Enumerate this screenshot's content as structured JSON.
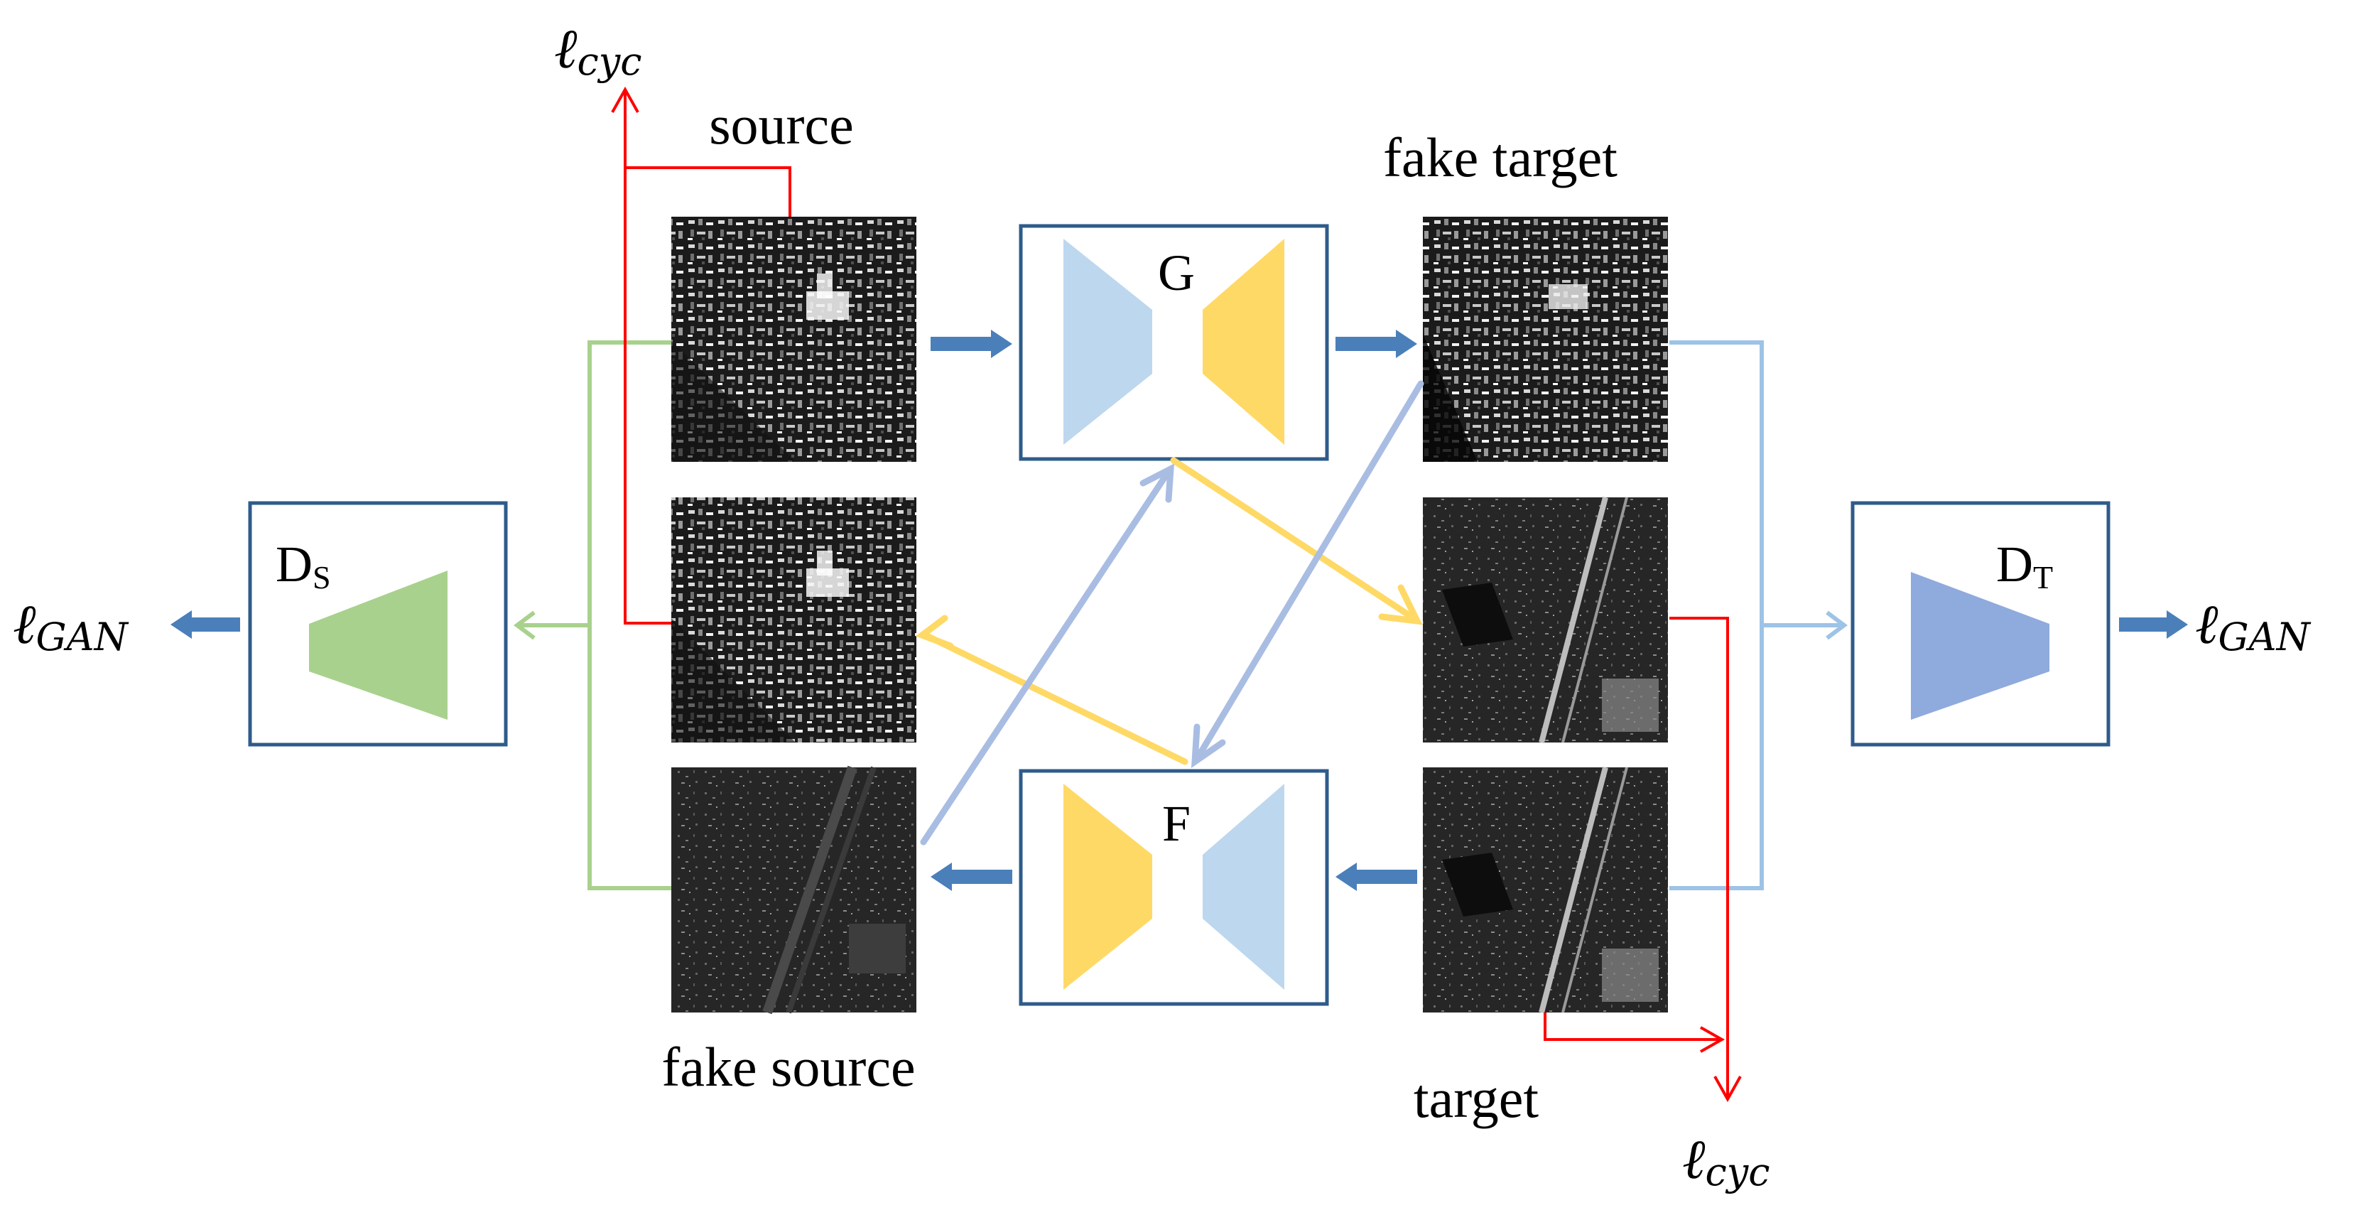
{
  "labels": {
    "source": "source",
    "fake_target": "fake target",
    "fake_source": "fake source",
    "target": "target",
    "G": "G",
    "F": "F",
    "D_S_main": "D",
    "D_S_sub": "S",
    "D_T_main": "D",
    "D_T_sub": "T"
  },
  "losses": {
    "cyc_main": "ℓ",
    "cyc_sub": "cyc",
    "gan_main": "ℓ",
    "gan_sub": "GAN"
  },
  "colors": {
    "box_border": "#2e5b8a",
    "fat_arrow": "#4a7fba",
    "light_blue": "#9dc3e6",
    "periwinkle": "#a9bde3",
    "encoder_blue": "#bdd7ee",
    "decoder_yellow": "#ffd966",
    "cycle_yellow": "#ffd966",
    "ds_green": "#a9d18e",
    "dt_blue": "#8faadc",
    "cyc_red": "#ff0000"
  },
  "icons": {
    "source_image": "sar-image-dense-urban",
    "fake_target_image": "sar-image-dense-urban",
    "fake_source_image": "sar-image-roads",
    "target_image": "sar-image-roads"
  }
}
